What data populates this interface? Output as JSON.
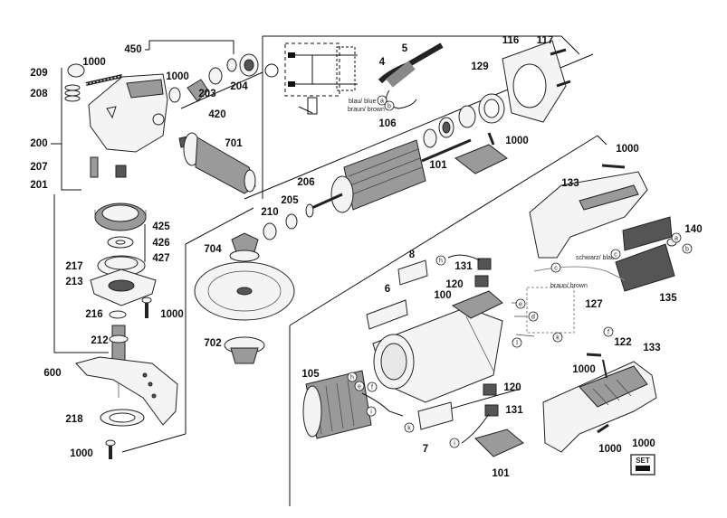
{
  "diagram": {
    "part_numbers": [
      "1000",
      "209",
      "208",
      "200",
      "207",
      "201",
      "450",
      "1000",
      "203",
      "204",
      "420",
      "701",
      "5",
      "4",
      "116",
      "117",
      "129",
      "106",
      "1000",
      "101",
      "206",
      "205",
      "210",
      "425",
      "426",
      "427",
      "217",
      "213",
      "216",
      "1000",
      "212",
      "600",
      "218",
      "1000",
      "704",
      "702",
      "8",
      "131",
      "120",
      "6",
      "100",
      "1000",
      "133",
      "140",
      "135",
      "127",
      "122",
      "1000",
      "133",
      "105",
      "120",
      "131",
      "7",
      "101",
      "1000",
      "1000"
    ],
    "wire_labels": {
      "blue": "blau/ blue",
      "brown": "braun/ brown",
      "black": "schwarz/ black",
      "brown2": "braun/ brown"
    },
    "circle_letters": [
      "a",
      "b",
      "h",
      "c",
      "b",
      "a",
      "c",
      "d",
      "e",
      "f",
      "k",
      "l",
      "h",
      "e",
      "f",
      "i",
      "k",
      "i"
    ],
    "set_badge": "SET"
  }
}
